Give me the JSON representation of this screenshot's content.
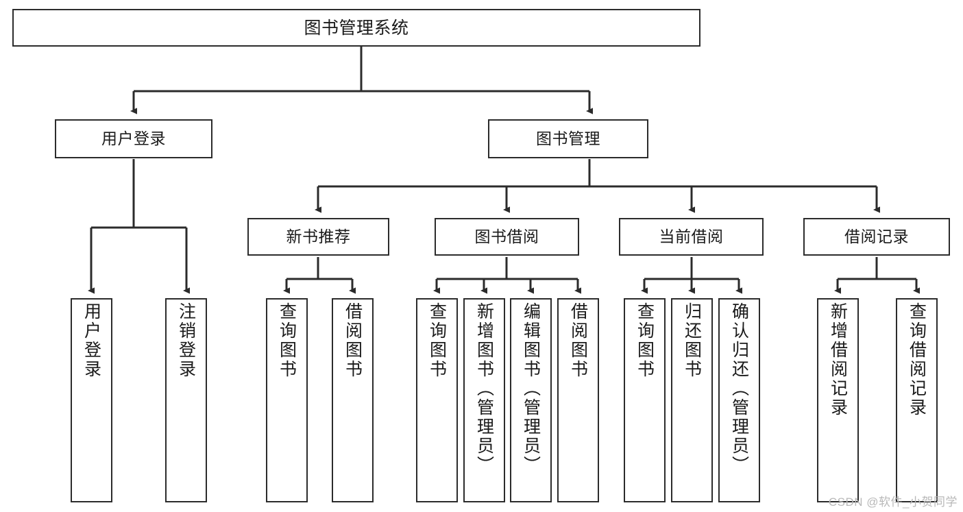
{
  "diagram": {
    "title": "图书管理系统",
    "type": "hierarchy-tree",
    "watermark": "CSDN @软件_小贺同学",
    "colors": {
      "stroke": "#2b2b2b",
      "fill": "#ffffff",
      "text": "#1a1a1a",
      "watermark": "#b8b8b8"
    },
    "nodes": {
      "root": {
        "label": "图书管理系统",
        "orientation": "horizontal"
      },
      "user_login": {
        "label": "用户登录",
        "orientation": "horizontal"
      },
      "book_manage": {
        "label": "图书管理",
        "orientation": "horizontal"
      },
      "new_book_rec": {
        "label": "新书推荐",
        "orientation": "horizontal"
      },
      "book_borrow": {
        "label": "图书借阅",
        "orientation": "horizontal"
      },
      "current_borrow": {
        "label": "当前借阅",
        "orientation": "horizontal"
      },
      "borrow_record": {
        "label": "借阅记录",
        "orientation": "horizontal"
      },
      "leaf_user_login": {
        "label": "用户登录",
        "orientation": "vertical"
      },
      "leaf_logout": {
        "label": "注销登录",
        "orientation": "vertical"
      },
      "leaf_query_book_1": {
        "label": "查询图书",
        "orientation": "vertical"
      },
      "leaf_borrow_book_1": {
        "label": "借阅图书",
        "orientation": "vertical"
      },
      "leaf_query_book_2": {
        "label": "查询图书",
        "orientation": "vertical"
      },
      "leaf_add_book": {
        "label": "新增图书（管理员）",
        "orientation": "vertical"
      },
      "leaf_edit_book": {
        "label": "编辑图书（管理员）",
        "orientation": "vertical"
      },
      "leaf_borrow_book_2": {
        "label": "借阅图书",
        "orientation": "vertical"
      },
      "leaf_query_book_3": {
        "label": "查询图书",
        "orientation": "vertical"
      },
      "leaf_return_book": {
        "label": "归还图书",
        "orientation": "vertical"
      },
      "leaf_confirm_return": {
        "label": "确认归还（管理员）",
        "orientation": "vertical"
      },
      "leaf_add_record": {
        "label": "新增借阅记录",
        "orientation": "vertical"
      },
      "leaf_query_record": {
        "label": "查询借阅记录",
        "orientation": "vertical"
      }
    },
    "edges": [
      {
        "from": "root",
        "to": "user_login"
      },
      {
        "from": "root",
        "to": "book_manage"
      },
      {
        "from": "user_login",
        "to": "leaf_user_login"
      },
      {
        "from": "user_login",
        "to": "leaf_logout"
      },
      {
        "from": "book_manage",
        "to": "new_book_rec"
      },
      {
        "from": "book_manage",
        "to": "book_borrow"
      },
      {
        "from": "book_manage",
        "to": "current_borrow"
      },
      {
        "from": "book_manage",
        "to": "borrow_record"
      },
      {
        "from": "new_book_rec",
        "to": "leaf_query_book_1"
      },
      {
        "from": "new_book_rec",
        "to": "leaf_borrow_book_1"
      },
      {
        "from": "book_borrow",
        "to": "leaf_query_book_2"
      },
      {
        "from": "book_borrow",
        "to": "leaf_add_book"
      },
      {
        "from": "book_borrow",
        "to": "leaf_edit_book"
      },
      {
        "from": "book_borrow",
        "to": "leaf_borrow_book_2"
      },
      {
        "from": "current_borrow",
        "to": "leaf_query_book_3"
      },
      {
        "from": "current_borrow",
        "to": "leaf_return_book"
      },
      {
        "from": "current_borrow",
        "to": "leaf_confirm_return"
      },
      {
        "from": "borrow_record",
        "to": "leaf_add_record"
      },
      {
        "from": "borrow_record",
        "to": "leaf_query_record"
      }
    ]
  }
}
